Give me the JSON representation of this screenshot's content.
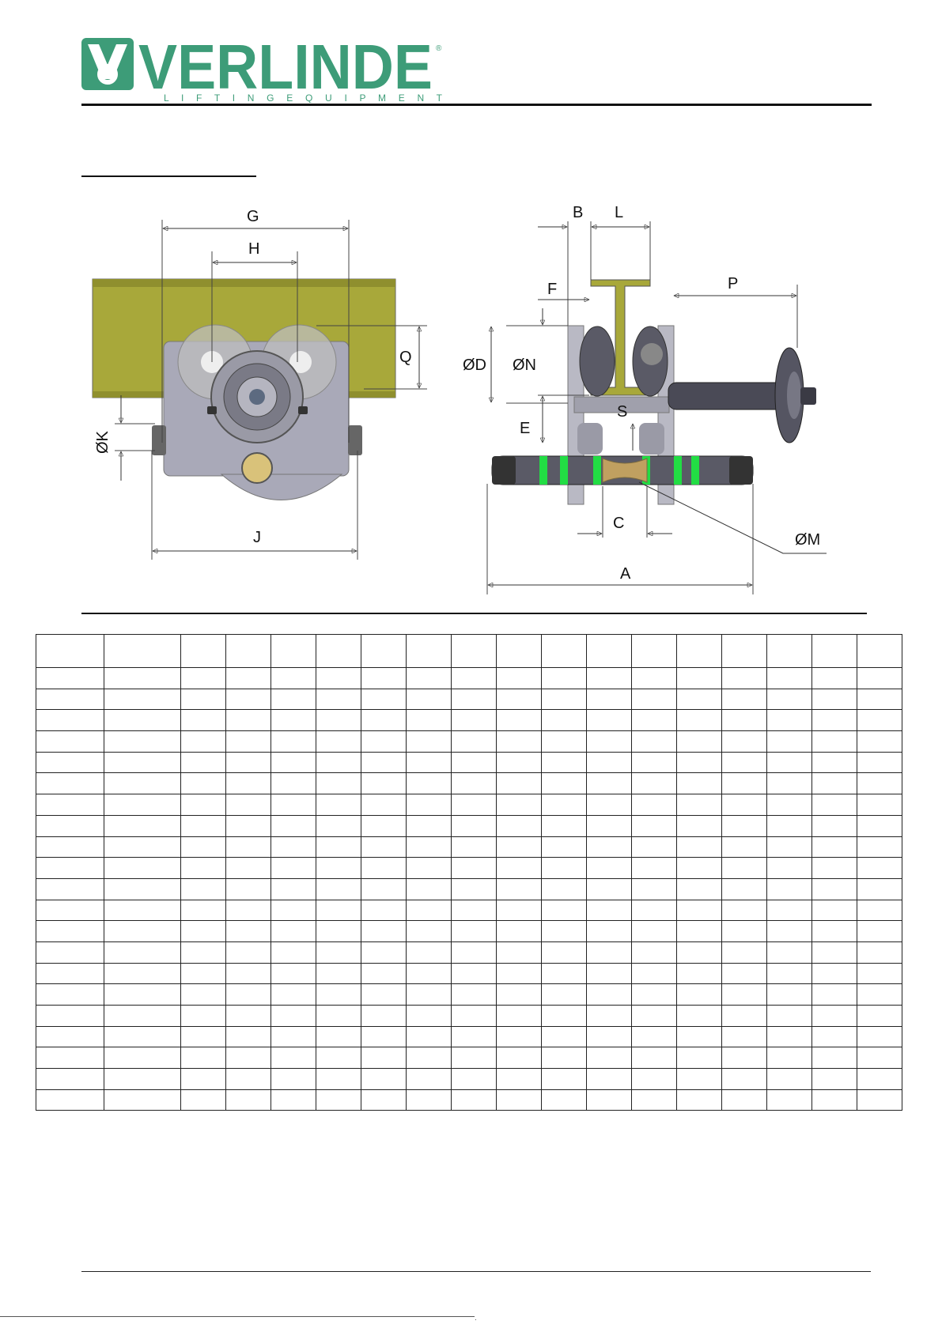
{
  "brand": {
    "name": "VERLINDE",
    "tagline": "L I F T I N G   E Q U I P M E N T",
    "registered": "®",
    "color": "#3d9c78"
  },
  "drawing": {
    "front_labels": {
      "G": "G",
      "H": "H",
      "Q": "Q",
      "K": "ØK",
      "J": "J"
    },
    "side_labels": {
      "B": "B",
      "L": "L",
      "F": "F",
      "P": "P",
      "D": "ØD",
      "N": "ØN",
      "S": "S",
      "E": "E",
      "C": "C",
      "M": "ØM",
      "A": "A"
    },
    "colors": {
      "beam": "#a8a83a",
      "frame": "#a9a9b8",
      "band": "#22dd44",
      "axle": "#c0a060"
    }
  },
  "table": {
    "columns": 18,
    "rows": 22
  },
  "footer": {
    "dot": "."
  }
}
